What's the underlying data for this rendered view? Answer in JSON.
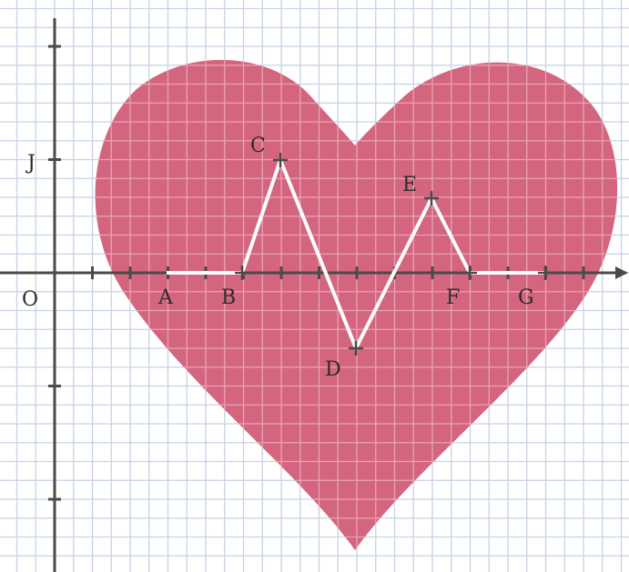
{
  "figure": {
    "origin_label": "O",
    "y_axis_label": "J",
    "points": [
      {
        "id": "A",
        "label": "A"
      },
      {
        "id": "B",
        "label": "B"
      },
      {
        "id": "C",
        "label": "C"
      },
      {
        "id": "D",
        "label": "D"
      },
      {
        "id": "E",
        "label": "E"
      },
      {
        "id": "F",
        "label": "F"
      },
      {
        "id": "G",
        "label": "G"
      }
    ],
    "colors": {
      "heart": "#d4657e",
      "grid_light": "#c6d3e6",
      "grid_on_heart": "#e9a3b3",
      "axis": "#4a4a4a",
      "pulse_line": "#ffffff",
      "text": "#2b2b2b"
    }
  }
}
